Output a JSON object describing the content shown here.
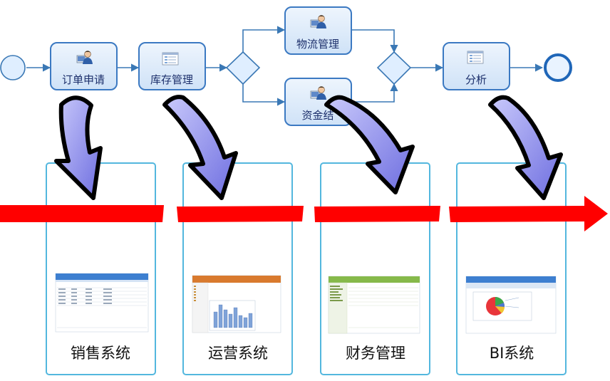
{
  "flow": {
    "tasks": {
      "order": "订单申请",
      "inventory": "库存管理",
      "logistics": "物流管理",
      "funds": "资金结",
      "analysis": "分析"
    },
    "icons": [
      "user-at-computer-icon",
      "form-window-icon",
      "user-at-computer-icon",
      "user-at-computer-icon",
      "form-window-icon"
    ]
  },
  "systems": {
    "sales": "销售系统",
    "operations": "运营系统",
    "finance": "财务管理",
    "bi": "BI系统"
  },
  "colors": {
    "flow_line": "#3a78b5",
    "task_border": "#3b79c2",
    "task_fill_top": "#eef5fd",
    "task_fill_bottom": "#cfe2f7",
    "timeline": "#ff0000",
    "panel_border": "#53b7de",
    "curved_arrow_fill": "#8f8fe6",
    "curved_arrow_outline": "#000000"
  }
}
